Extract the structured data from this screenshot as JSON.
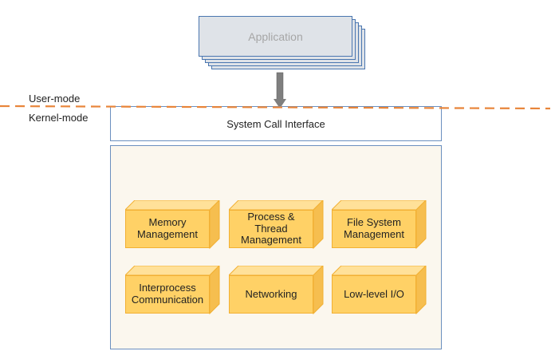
{
  "application": {
    "label": "Application"
  },
  "modes": {
    "user": "User-mode",
    "kernel": "Kernel-mode"
  },
  "system_call_interface": {
    "label": "System Call Interface"
  },
  "kernel_components": [
    {
      "label": "Memory\nManagement"
    },
    {
      "label": "Process &\nThread\nManagement"
    },
    {
      "label": "File System\nManagement"
    },
    {
      "label": "Interprocess\nCommunication"
    },
    {
      "label": "Networking"
    },
    {
      "label": "Low-level I/O"
    }
  ],
  "colors": {
    "block_fill": "#ffd166",
    "block_top": "#ffe199",
    "block_side": "#f6be4f",
    "dashed_line": "#e8853a",
    "box_border": "#6b8fbf",
    "kernel_background": "#fbf7ee",
    "application_fill": "#dfe3e8",
    "arrow": "#7f7f7f"
  }
}
